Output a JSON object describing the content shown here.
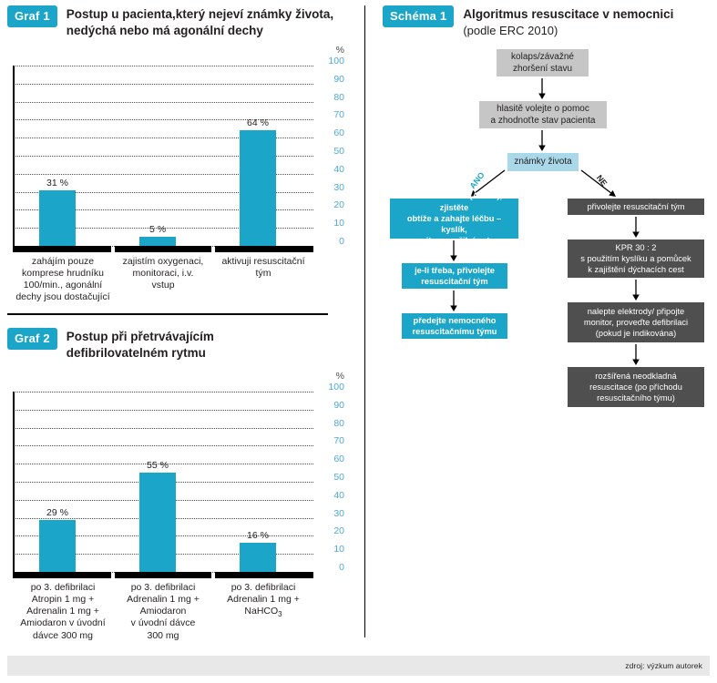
{
  "page": {
    "footer_note": "zdroj: výzkum autorek"
  },
  "graf1": {
    "badge": "Graf 1",
    "title_line1": "Postup u pacienta,který nejeví známky života,",
    "title_line2": "nedýchá nebo má agonální dechy"
  },
  "graf2": {
    "badge": "Graf 2",
    "title_line1": "Postup při přetrvávajícím",
    "title_line2": "defibrilovatelném rytmu"
  },
  "schema1": {
    "badge": "Schéma 1",
    "title": "Algoritmus resuscitace v nemocnici",
    "subtitle": "(podle ERC 2010)",
    "nodes": {
      "start": "kolaps/závažné\nzhoršení stavu",
      "call": "hlasitě volejte o pomoc\na zhodnoťte stav pacienta",
      "decision": "známky života",
      "branch_yes": "ANO",
      "branch_no": "NE",
      "yes_1": "zhodnoťte stav (ABCD), zjistěte\nobtíže a zahajte léčbu – kyslík,\nmonitorace, žilní vstup",
      "yes_2": "je-li třeba, přivolejte\nresuscitační tým",
      "yes_3": "předejte nemocného\nresuscitačnímu týmu",
      "no_1": "přivolejte resuscitační tým",
      "no_2": "KPR 30 : 2\ns použitím kyslíku a pomůcek\nk zajištění dýchacích cest",
      "no_3": "nalepte elektrody/ připojte\nmonitor, proveďte defibrilaci\n(pokud je indikována)",
      "no_4": "rozšířená neodkladná\nresuscitace (po příchodu\nresuscitačního týmu)"
    }
  },
  "colors": {
    "accent_teal": "#1ba5c8",
    "light_blue": "#a9d8e8",
    "gray_box": "#c6c6c6",
    "dark_box": "#4f4f4f",
    "tick_blue": "#4fa8d8",
    "text": "#231f20"
  },
  "chart_data": [
    {
      "id": "graf1",
      "type": "bar",
      "title": "Postup u pacienta,který nejeví známky života, nedýchá nebo má agonální dechy",
      "xlabel": "",
      "ylabel": "%",
      "ylim": [
        0,
        100
      ],
      "yticks": [
        0,
        10,
        20,
        30,
        40,
        50,
        60,
        70,
        80,
        90,
        100
      ],
      "grid": true,
      "legend": "none",
      "bar_color": "#1ba5c8",
      "categories": [
        "zahájím pouze\nkomprese hrudníku\n100/min., agonální\ndechy jsou dostačující",
        "zajistím oxygenaci,\nmonitoraci, i.v.\nvstup",
        "aktivuji resuscitační\ntým"
      ],
      "values": [
        31,
        5,
        64
      ],
      "data_labels": [
        "31 %",
        "5 %",
        "64 %"
      ]
    },
    {
      "id": "graf2",
      "type": "bar",
      "title": "Postup při přetrvávajícím defibrilovatelném rytmu",
      "xlabel": "",
      "ylabel": "%",
      "ylim": [
        0,
        100
      ],
      "yticks": [
        0,
        10,
        20,
        30,
        40,
        50,
        60,
        70,
        80,
        90,
        100
      ],
      "grid": true,
      "legend": "none",
      "bar_color": "#1ba5c8",
      "categories": [
        "po 3. defibrilaci\nAtropin 1 mg +\nAdrenalin 1 mg +\nAmiodaron v úvodní\ndávce 300 mg",
        "po 3. defibrilaci\nAdrenalin 1 mg +\nAmiodaron\nv úvodní dávce\n300 mg",
        "po 3. defibrilaci\nAdrenalin 1 mg +\nNaHCO3"
      ],
      "values": [
        29,
        55,
        16
      ],
      "data_labels": [
        "29 %",
        "55 %",
        "16 %"
      ]
    }
  ]
}
